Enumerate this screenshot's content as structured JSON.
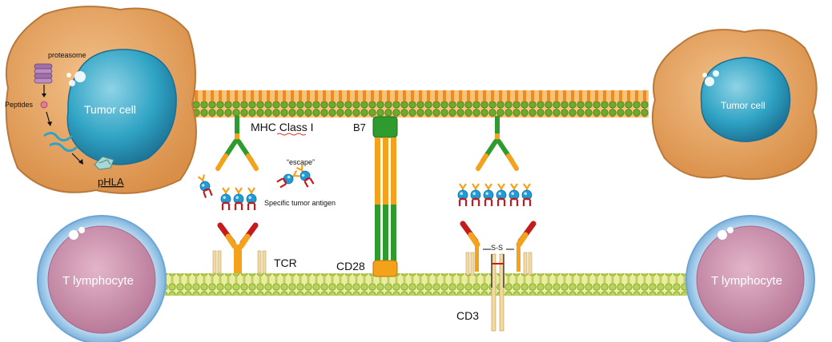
{
  "labels": {
    "proteasome": "proteasome",
    "peptides": "Peptides",
    "tumor_cell_left": "Tumor cell",
    "tumor_cell_right": "Tumor cell",
    "phla": "pHLA",
    "mhc_class": "MHC Class I",
    "b7": "B7",
    "escape": "“escape”",
    "specific_antigen": "Specific tumor antigen",
    "tcr": "TCR",
    "cd28": "CD28",
    "cd3": "CD3",
    "ss_bond": "S-S",
    "t_lymphocyte_left": "T lymphocyte",
    "t_lymphocyte_right": "T lymphocyte"
  },
  "colors": {
    "tumor_body": "#e9a867",
    "tumor_edge": "#b9793b",
    "nucleus": "#2fa3c4",
    "nucleus_light": "#8fd3e6",
    "tcell_ring": "#9cc8ec",
    "tcell_core": "#d29bb4",
    "membrane_orange": "#f08a1e",
    "membrane_green": "#6cab2c",
    "tcell_membrane": "#b8d35c",
    "mhc_green": "#2e9b2e",
    "mhc_orange": "#f4a11b",
    "tcr_red": "#c41c1c",
    "antigen_blue": "#1f9bd6",
    "cd3_tan": "#f2d9a2"
  },
  "icons": [
    "proteasome-icon",
    "peptide-icon",
    "phla-icon",
    "antigen-icon",
    "antibody-icon",
    "membrane-icon"
  ]
}
